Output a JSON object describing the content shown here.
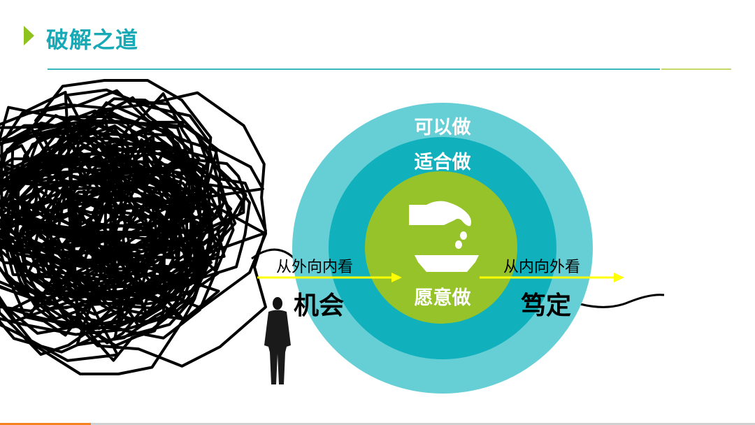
{
  "header": {
    "title": "破解之道"
  },
  "diagram": {
    "outer_label": "可以做",
    "middle_label": "适合做",
    "inner_label": "愿意做",
    "left_caption": "从外向内看",
    "left_word": "机会",
    "right_caption": "从内向外看",
    "right_word": "笃定",
    "colors": {
      "outer": "#66cfd6",
      "middle": "#10b1bd",
      "inner": "#96c32a",
      "arrow": "#ffff00",
      "title": "#17a9b5"
    }
  },
  "progress": {
    "percent": 12
  }
}
